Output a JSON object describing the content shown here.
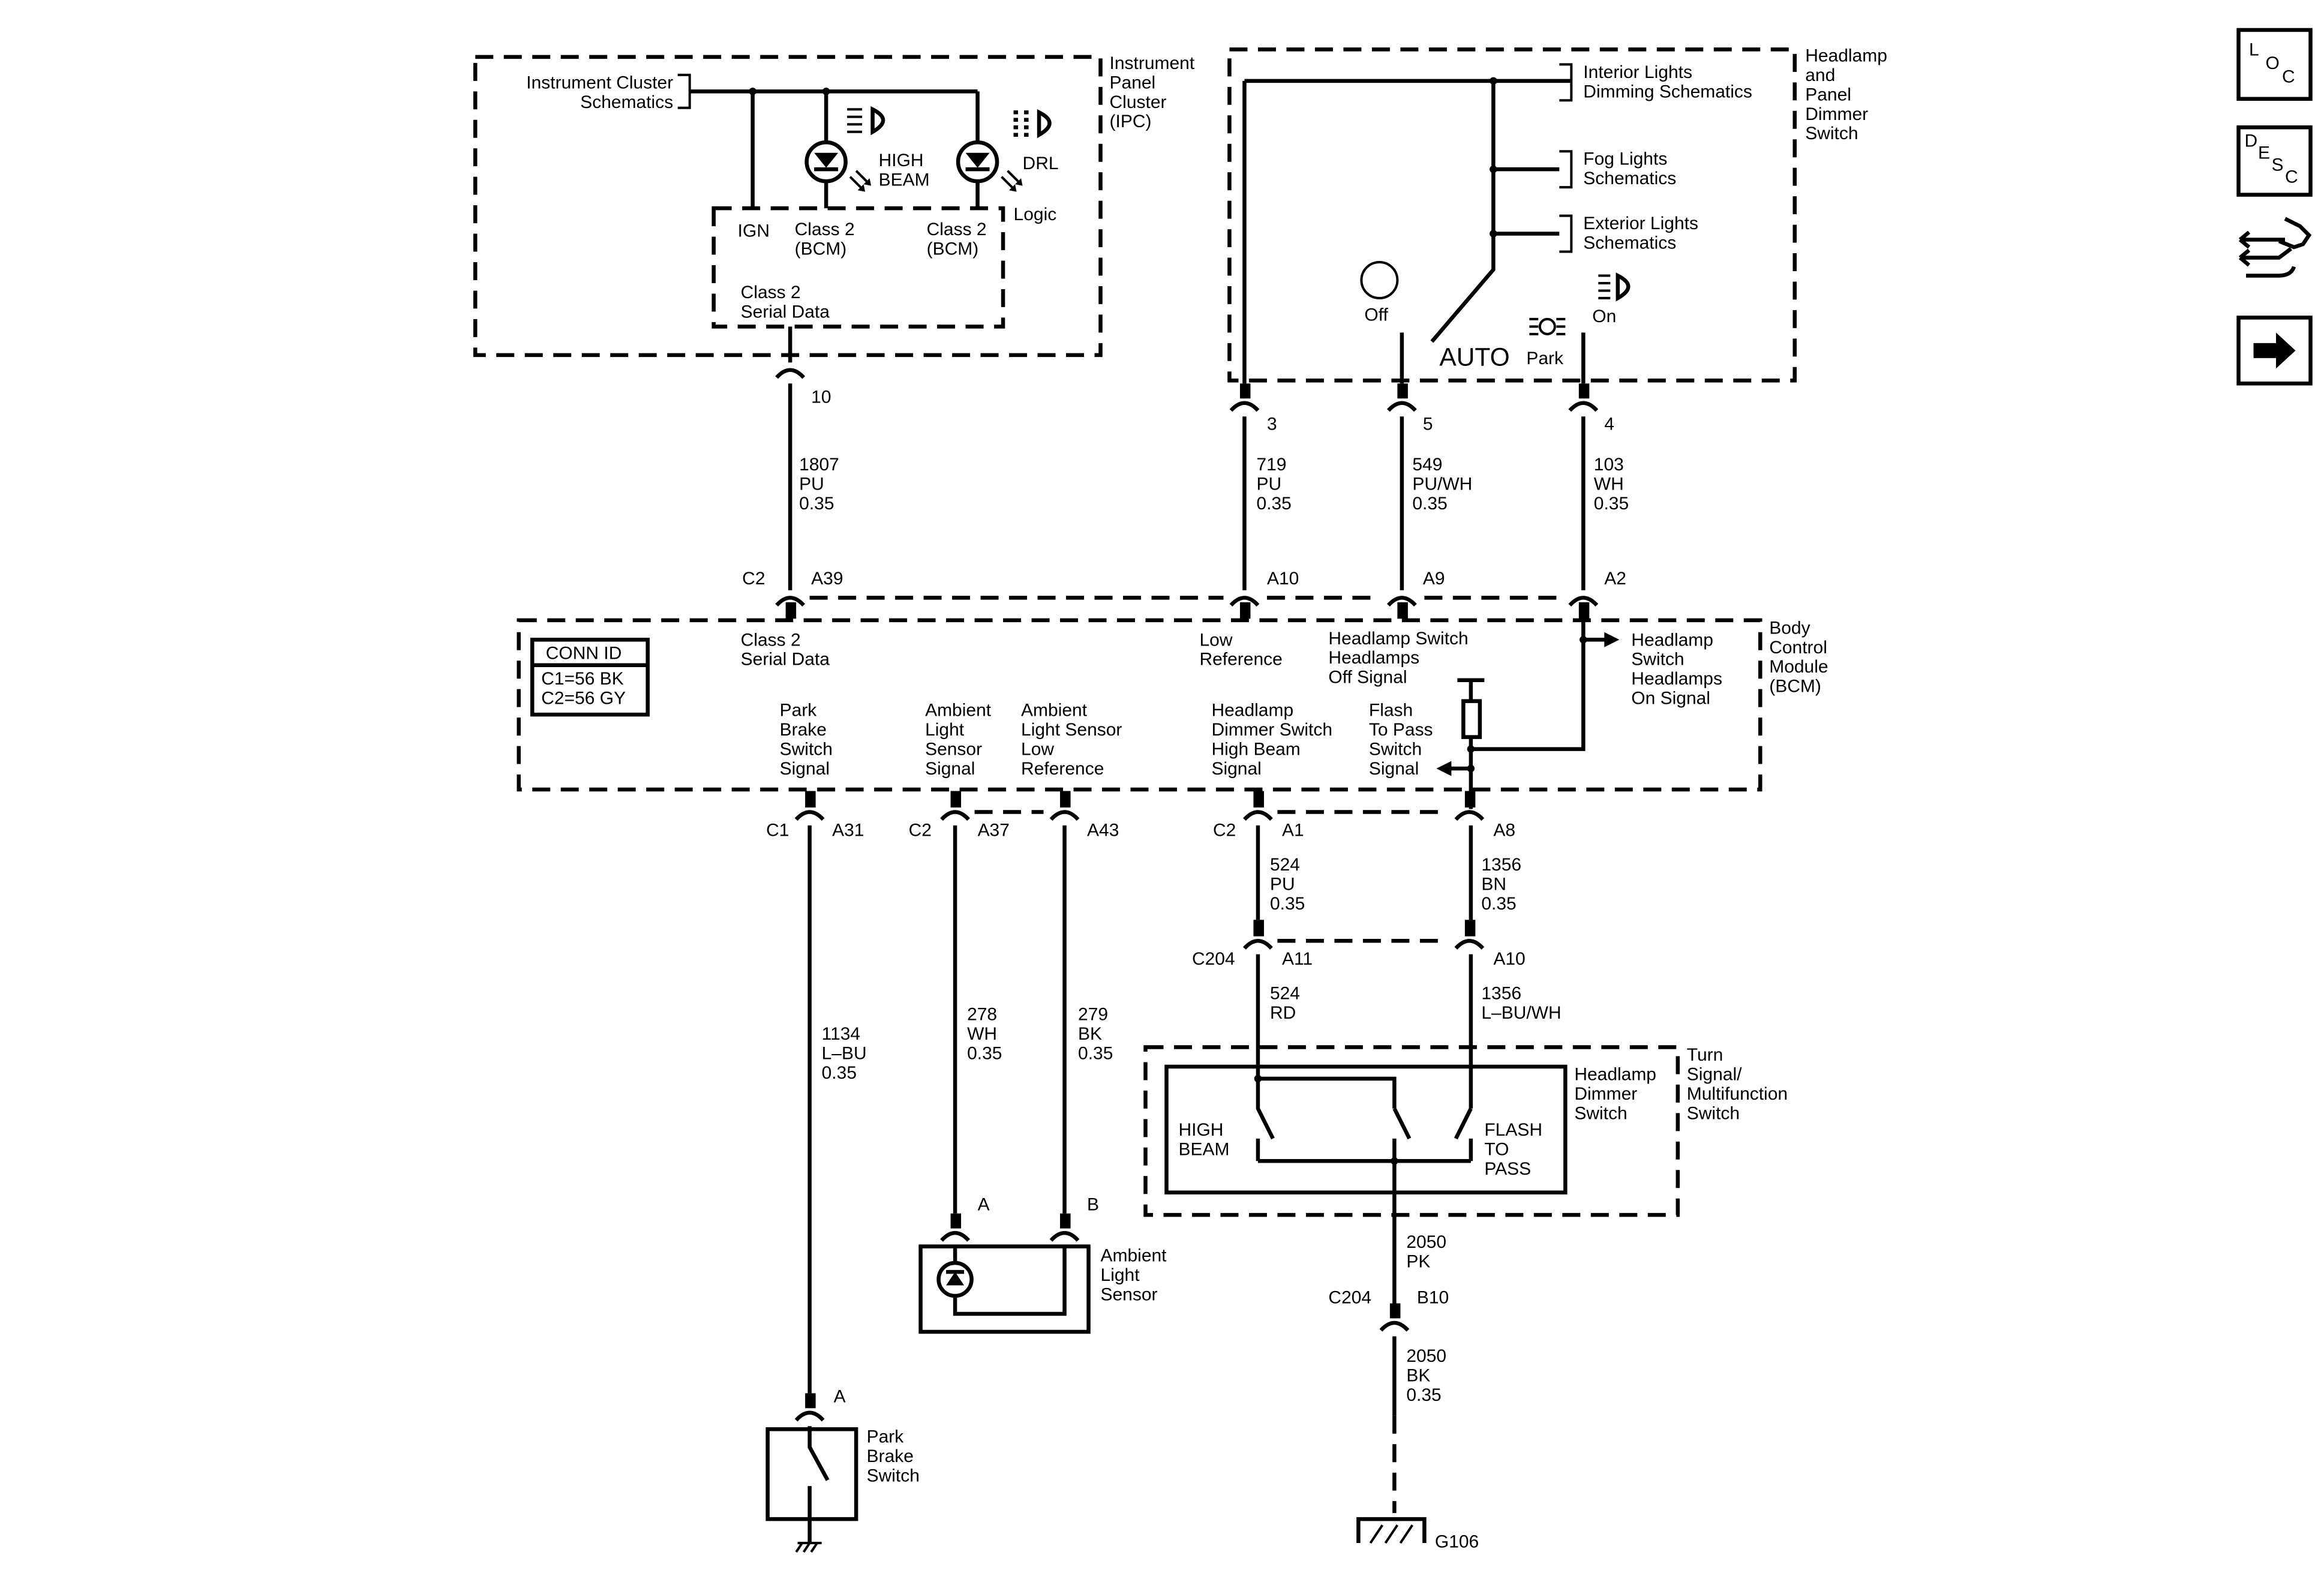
{
  "ipc": {
    "title": [
      "Instrument",
      "Panel",
      "Cluster",
      "(IPC)"
    ],
    "cluster_ref": [
      "Instrument Cluster",
      "Schematics"
    ],
    "high_beam": [
      "HIGH",
      "BEAM"
    ],
    "drl": "DRL",
    "logic": "Logic",
    "ign": "IGN",
    "class2_a": [
      "Class 2",
      "(BCM)"
    ],
    "class2_b": [
      "Class 2",
      "(BCM)"
    ],
    "serial": [
      "Class 2",
      "Serial Data"
    ],
    "pin": "10"
  },
  "headlamp_switch": {
    "title": [
      "Headlamp",
      "and",
      "Panel",
      "Dimmer",
      "Switch"
    ],
    "refs": [
      [
        "Interior Lights",
        "Dimming Schematics"
      ],
      [
        "Fog Lights",
        "Schematics"
      ],
      [
        "Exterior Lights",
        "Schematics"
      ]
    ],
    "off": "Off",
    "auto": "AUTO",
    "park": "Park",
    "on": "On",
    "pins": [
      "3",
      "5",
      "4"
    ]
  },
  "wires_top": [
    {
      "circuit": "1807",
      "color": "PU",
      "gauge": "0.35"
    },
    {
      "circuit": "719",
      "color": "PU",
      "gauge": "0.35"
    },
    {
      "circuit": "549",
      "color": "PU/WH",
      "gauge": "0.35"
    },
    {
      "circuit": "103",
      "color": "WH",
      "gauge": "0.35"
    }
  ],
  "bcm_top_pins": {
    "c2": "C2",
    "a39": "A39",
    "a10": "A10",
    "a9": "A9",
    "a2": "A2"
  },
  "bcm": {
    "title": [
      "Body",
      "Control",
      "Module",
      "(BCM)"
    ],
    "conn_id_title": "CONN ID",
    "conn_id": [
      "C1=56 BK",
      "C2=56 GY"
    ],
    "class2": [
      "Class 2",
      "Serial Data"
    ],
    "low_ref": [
      "Low",
      "Reference"
    ],
    "hs_off": [
      "Headlamp Switch",
      "Headlamps",
      "Off Signal"
    ],
    "hs_on": [
      "Headlamp",
      "Switch",
      "Headlamps",
      "On Signal"
    ],
    "park_brake": [
      "Park",
      "Brake",
      "Switch",
      "Signal"
    ],
    "als_signal": [
      "Ambient",
      "Light",
      "Sensor",
      "Signal"
    ],
    "als_low": [
      "Ambient",
      "Light Sensor",
      "Low",
      "Reference"
    ],
    "dimmer_hb": [
      "Headlamp",
      "Dimmer Switch",
      "High Beam",
      "Signal"
    ],
    "ftp": [
      "Flash",
      "To Pass",
      "Switch",
      "Signal"
    ]
  },
  "bcm_bottom_pins": {
    "c1": "C1",
    "a31": "A31",
    "c2a": "C2",
    "a37": "A37",
    "a43": "A43",
    "c2b": "C2",
    "a1": "A1",
    "a8": "A8"
  },
  "wires_bottom": [
    {
      "circuit": "1134",
      "color": "L–BU",
      "gauge": "0.35"
    },
    {
      "circuit": "278",
      "color": "WH",
      "gauge": "0.35"
    },
    {
      "circuit": "279",
      "color": "BK",
      "gauge": "0.35"
    },
    {
      "circuit": "524",
      "color": "PU",
      "gauge": "0.35"
    },
    {
      "circuit": "1356",
      "color": "BN",
      "gauge": "0.35"
    }
  ],
  "c204": {
    "name": "C204",
    "a11": "A11",
    "a10": "A10",
    "w524rd": [
      "524",
      "RD"
    ],
    "w1356": [
      "1356",
      "L–BU/WH"
    ],
    "b10": "B10",
    "w2050pk": [
      "2050",
      "PK"
    ],
    "w2050bk": [
      "2050",
      "BK",
      "0.35"
    ]
  },
  "multifunction": {
    "title": [
      "Turn",
      "Signal/",
      "Multifunction",
      "Switch"
    ],
    "dimmer": [
      "Headlamp",
      "Dimmer",
      "Switch"
    ],
    "high_beam": [
      "HIGH",
      "BEAM"
    ],
    "flash": [
      "FLASH",
      "TO",
      "PASS"
    ]
  },
  "ambient": {
    "pin_a": "A",
    "pin_b": "B",
    "label": [
      "Ambient",
      "Light",
      "Sensor"
    ]
  },
  "park_brake": {
    "pin_a": "A",
    "label": [
      "Park",
      "Brake",
      "Switch"
    ]
  },
  "ground": "G106",
  "nav": {
    "loc": [
      "L",
      "O",
      "C"
    ],
    "desc": [
      "D",
      "E",
      "S",
      "C"
    ]
  }
}
